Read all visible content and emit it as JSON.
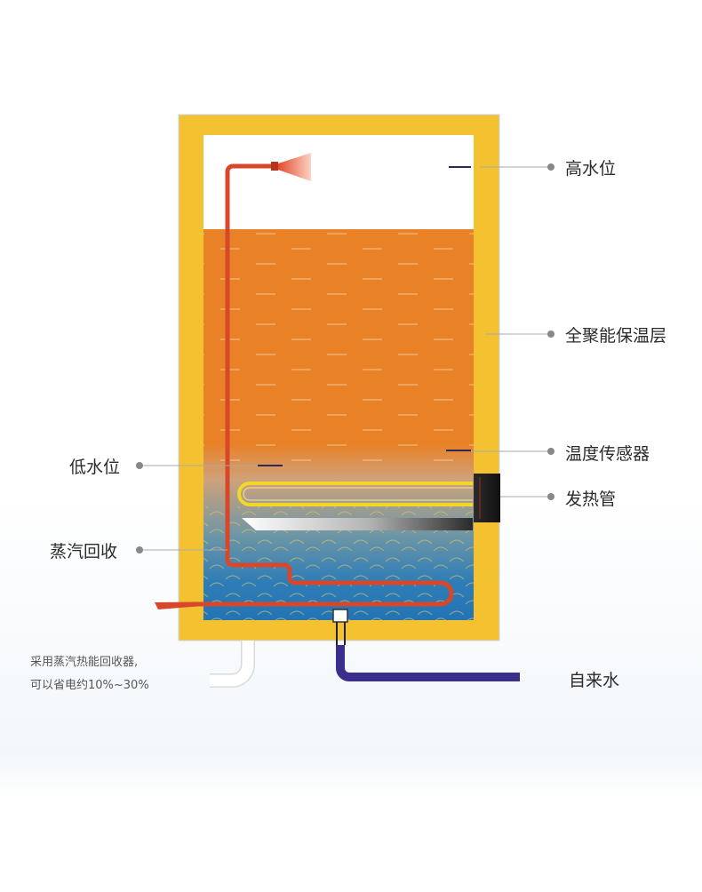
{
  "labels": {
    "high_water_level": "高水位",
    "insulation_layer": "全聚能保温层",
    "temperature_sensor": "温度传感器",
    "heating_tube": "发热管",
    "low_water_level": "低水位",
    "steam_recovery": "蒸汽回收",
    "tap_water": "自来水"
  },
  "note": {
    "line1": "采用蒸汽热能回收器,",
    "line2": "可以省电约10%~30%"
  },
  "colors": {
    "insulation": "#f4c131",
    "water_hot": "#e98127",
    "water_cold": "#2a7ab8",
    "pipe": "#d9472a",
    "heating_element": "#f2d628",
    "inlet_pipe": "#3b2f8d",
    "marker": "#2a2a5a",
    "leader_line": "#aaaaaa",
    "dot": "#888888"
  }
}
